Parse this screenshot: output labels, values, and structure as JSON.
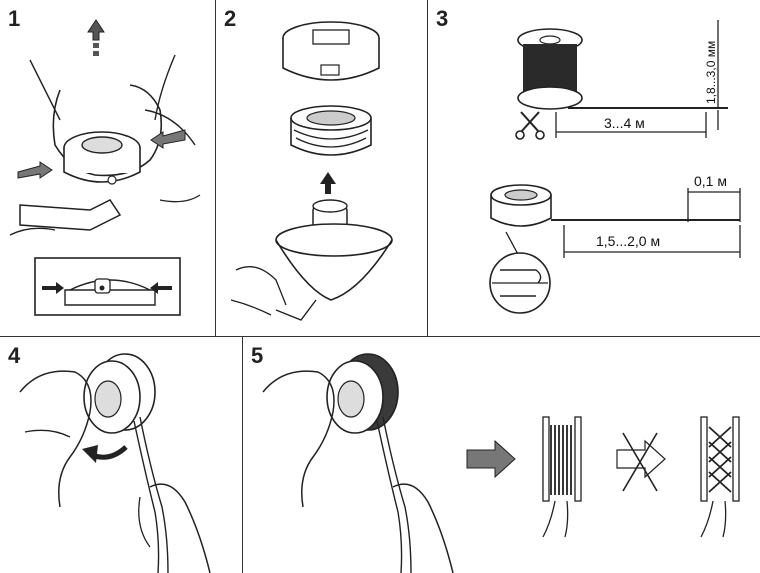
{
  "steps": [
    {
      "number": "1"
    },
    {
      "number": "2"
    },
    {
      "number": "3",
      "labels": {
        "spool_length": "3...4 м",
        "line_diameter": "1,8...3,0 мм",
        "end_length": "0,1 м",
        "wind_length": "1,5...2,0 м"
      }
    },
    {
      "number": "4"
    },
    {
      "number": "5"
    }
  ],
  "icons": [
    "arrow-up-icon",
    "squeeze-arrow-icon",
    "cut-scissors-icon",
    "rotate-arrow-icon",
    "result-arrow-icon",
    "crossed-arrow-icon"
  ],
  "colors": {
    "line": "#111111",
    "arrow_fill": "#777777",
    "background": "#ffffff"
  }
}
